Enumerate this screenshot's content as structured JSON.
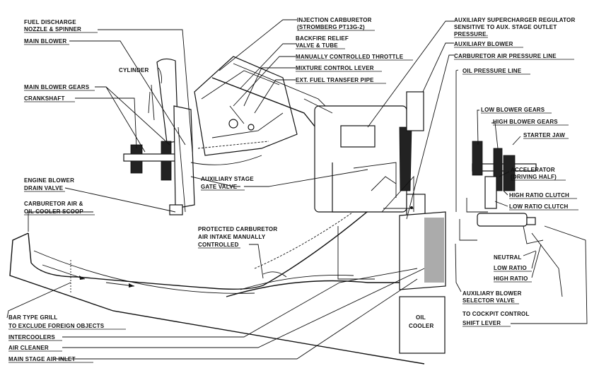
{
  "labels": {
    "fuel_discharge_1": "FUEL DISCHARGE",
    "fuel_discharge_2": "NOZZLE & SPINNER",
    "main_blower": "MAIN BLOWER",
    "cylinder": "CYLINDER",
    "main_blower_gears": "MAIN BLOWER GEARS",
    "crankshaft": "CRANKSHAFT",
    "injection_carb_1": "INJECTION CARBURETOR",
    "injection_carb_2": "(STROMBERG PT13G-2)",
    "backfire_1": "BACKFIRE RELIEF",
    "backfire_2": "VALVE & TUBE",
    "throttle": "MANUALLY CONTROLLED THROTTLE",
    "mixture": "MIXTURE CONTROL LEVER",
    "ext_fuel": "EXT. FUEL TRANSFER PIPE",
    "aux_reg_1": "AUXILIARY SUPERCHARGER REGULATOR",
    "aux_reg_2": "SENSITIVE TO AUX. STAGE  OUTLET",
    "aux_reg_3": "PRESSURE.",
    "aux_blower": "AUXILIARY BLOWER",
    "carb_air_line": "CARBURETOR AIR PRESSURE LINE",
    "oil_line": "OIL PRESSURE LINE",
    "low_blower_gears": "LOW BLOWER GEARS",
    "high_blower_gears": "HIGH BLOWER GEARS",
    "starter_jaw": "STARTER JAW",
    "accelerator_1": "ACCELERATOR",
    "accelerator_2": "(DRIVING HALF)",
    "high_ratio_clutch": "HIGH RATIO CLUTCH",
    "low_ratio_clutch": "LOW RATIO CLUTCH",
    "engine_drain_1": "ENGINE BLOWER",
    "engine_drain_2": "DRAIN VALVE",
    "aux_gate_1": "AUXILIARY STAGE",
    "aux_gate_2": "GATE VALVE",
    "carb_scoop_1": "CARBURETOR AIR &",
    "carb_scoop_2": "OIL COOLER  SCOOP",
    "protected_1": "PROTECTED CARBURETOR",
    "protected_2": "AIR INTAKE MANUALLY",
    "protected_3": "CONTROLLED",
    "neutral": "NEUTRAL",
    "low_ratio": "LOW RATIO",
    "high_ratio": "HIGH RATIO",
    "aux_selector_1": "AUXILIARY BLOWER",
    "aux_selector_2": "SELECTOR VALVE",
    "cockpit_1": "TO COCKPIT CONTROL",
    "cockpit_2": "SHIFT LEVER",
    "bar_grill_1": "BAR TYPE GRILL",
    "bar_grill_2": "TO EXCLUDE FOREIGN OBJECTS",
    "intercoolers": "INTERCOOLERS",
    "air_cleaner": "AIR CLEANER",
    "main_inlet": "MAIN STAGE AIR INLET",
    "oil_cooler_1": "OIL",
    "oil_cooler_2": "COOLER"
  }
}
